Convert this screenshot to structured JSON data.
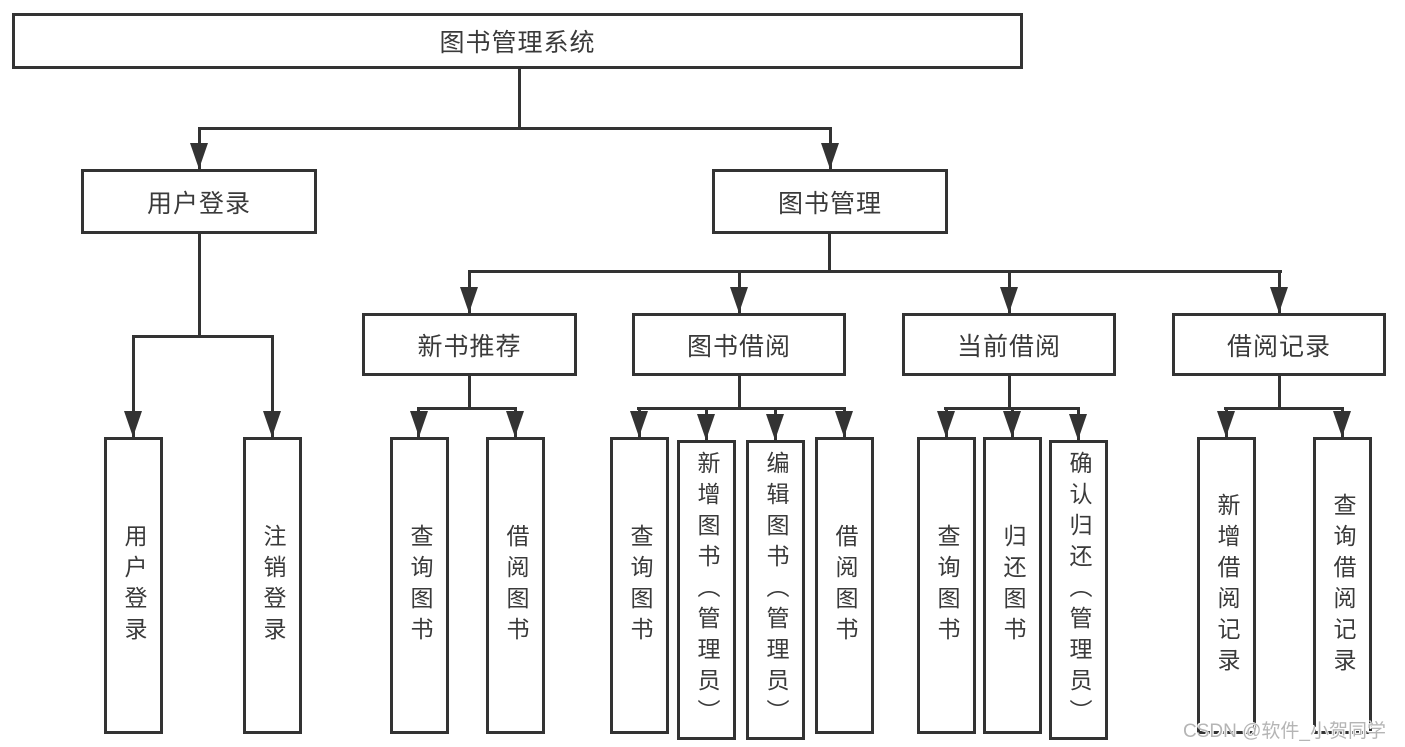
{
  "tree": {
    "label": "图书管理系统",
    "children": [
      {
        "label": "用户登录",
        "children": [
          {
            "label": "用户登录"
          },
          {
            "label": "注销登录"
          }
        ]
      },
      {
        "label": "图书管理",
        "children": [
          {
            "label": "新书推荐",
            "children": [
              {
                "label": "查询图书"
              },
              {
                "label": "借阅图书"
              }
            ]
          },
          {
            "label": "图书借阅",
            "children": [
              {
                "label": "查询图书"
              },
              {
                "label": "新增图书（管理员）"
              },
              {
                "label": "编辑图书（管理员）"
              },
              {
                "label": "借阅图书"
              }
            ]
          },
          {
            "label": "当前借阅",
            "children": [
              {
                "label": "查询图书"
              },
              {
                "label": "归还图书"
              },
              {
                "label": "确认归还（管理员）"
              }
            ]
          },
          {
            "label": "借阅记录",
            "children": [
              {
                "label": "新增借阅记录"
              },
              {
                "label": "查询借阅记录"
              }
            ]
          }
        ]
      }
    ]
  },
  "watermark": {
    "text": "CSDN @软件_小贺同学"
  },
  "colors": {
    "line": "#333333",
    "box_border": "#333333",
    "text": "#3a3a3a",
    "watermark": "#b5b5b5",
    "background": "#ffffff"
  }
}
